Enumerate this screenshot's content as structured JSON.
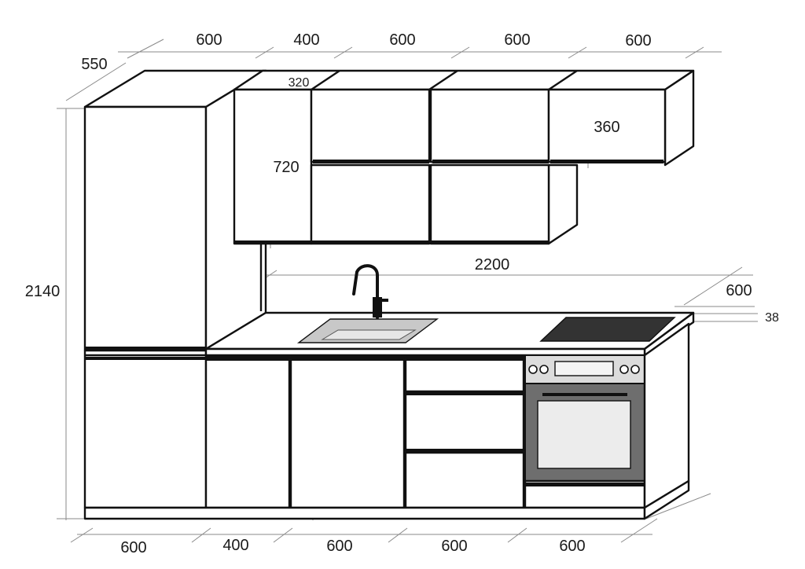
{
  "colors": {
    "line": "#111111",
    "dimension_line": "#8a8a8a",
    "sink": "#c8c8c8",
    "cooktop": "#333333",
    "oven_body": "#6e6e6e",
    "oven_glass": "#ececec",
    "oven_panel": "#dcdcdc"
  },
  "dimensions": {
    "top_widths": [
      "600",
      "400",
      "600",
      "600",
      "600"
    ],
    "depth_top_left": "550",
    "upper_depth": "320",
    "upper_height": "720",
    "small_upper_height": "360",
    "counter_length": "2200",
    "counter_depth": "600",
    "counter_thickness": "38",
    "total_height": "2140",
    "bottom_widths": [
      "600",
      "400",
      "600",
      "600",
      "600"
    ]
  },
  "icons": {
    "faucet": "faucet-icon",
    "sink": "sink-icon",
    "cooktop": "cooktop-icon",
    "oven": "oven-icon"
  }
}
